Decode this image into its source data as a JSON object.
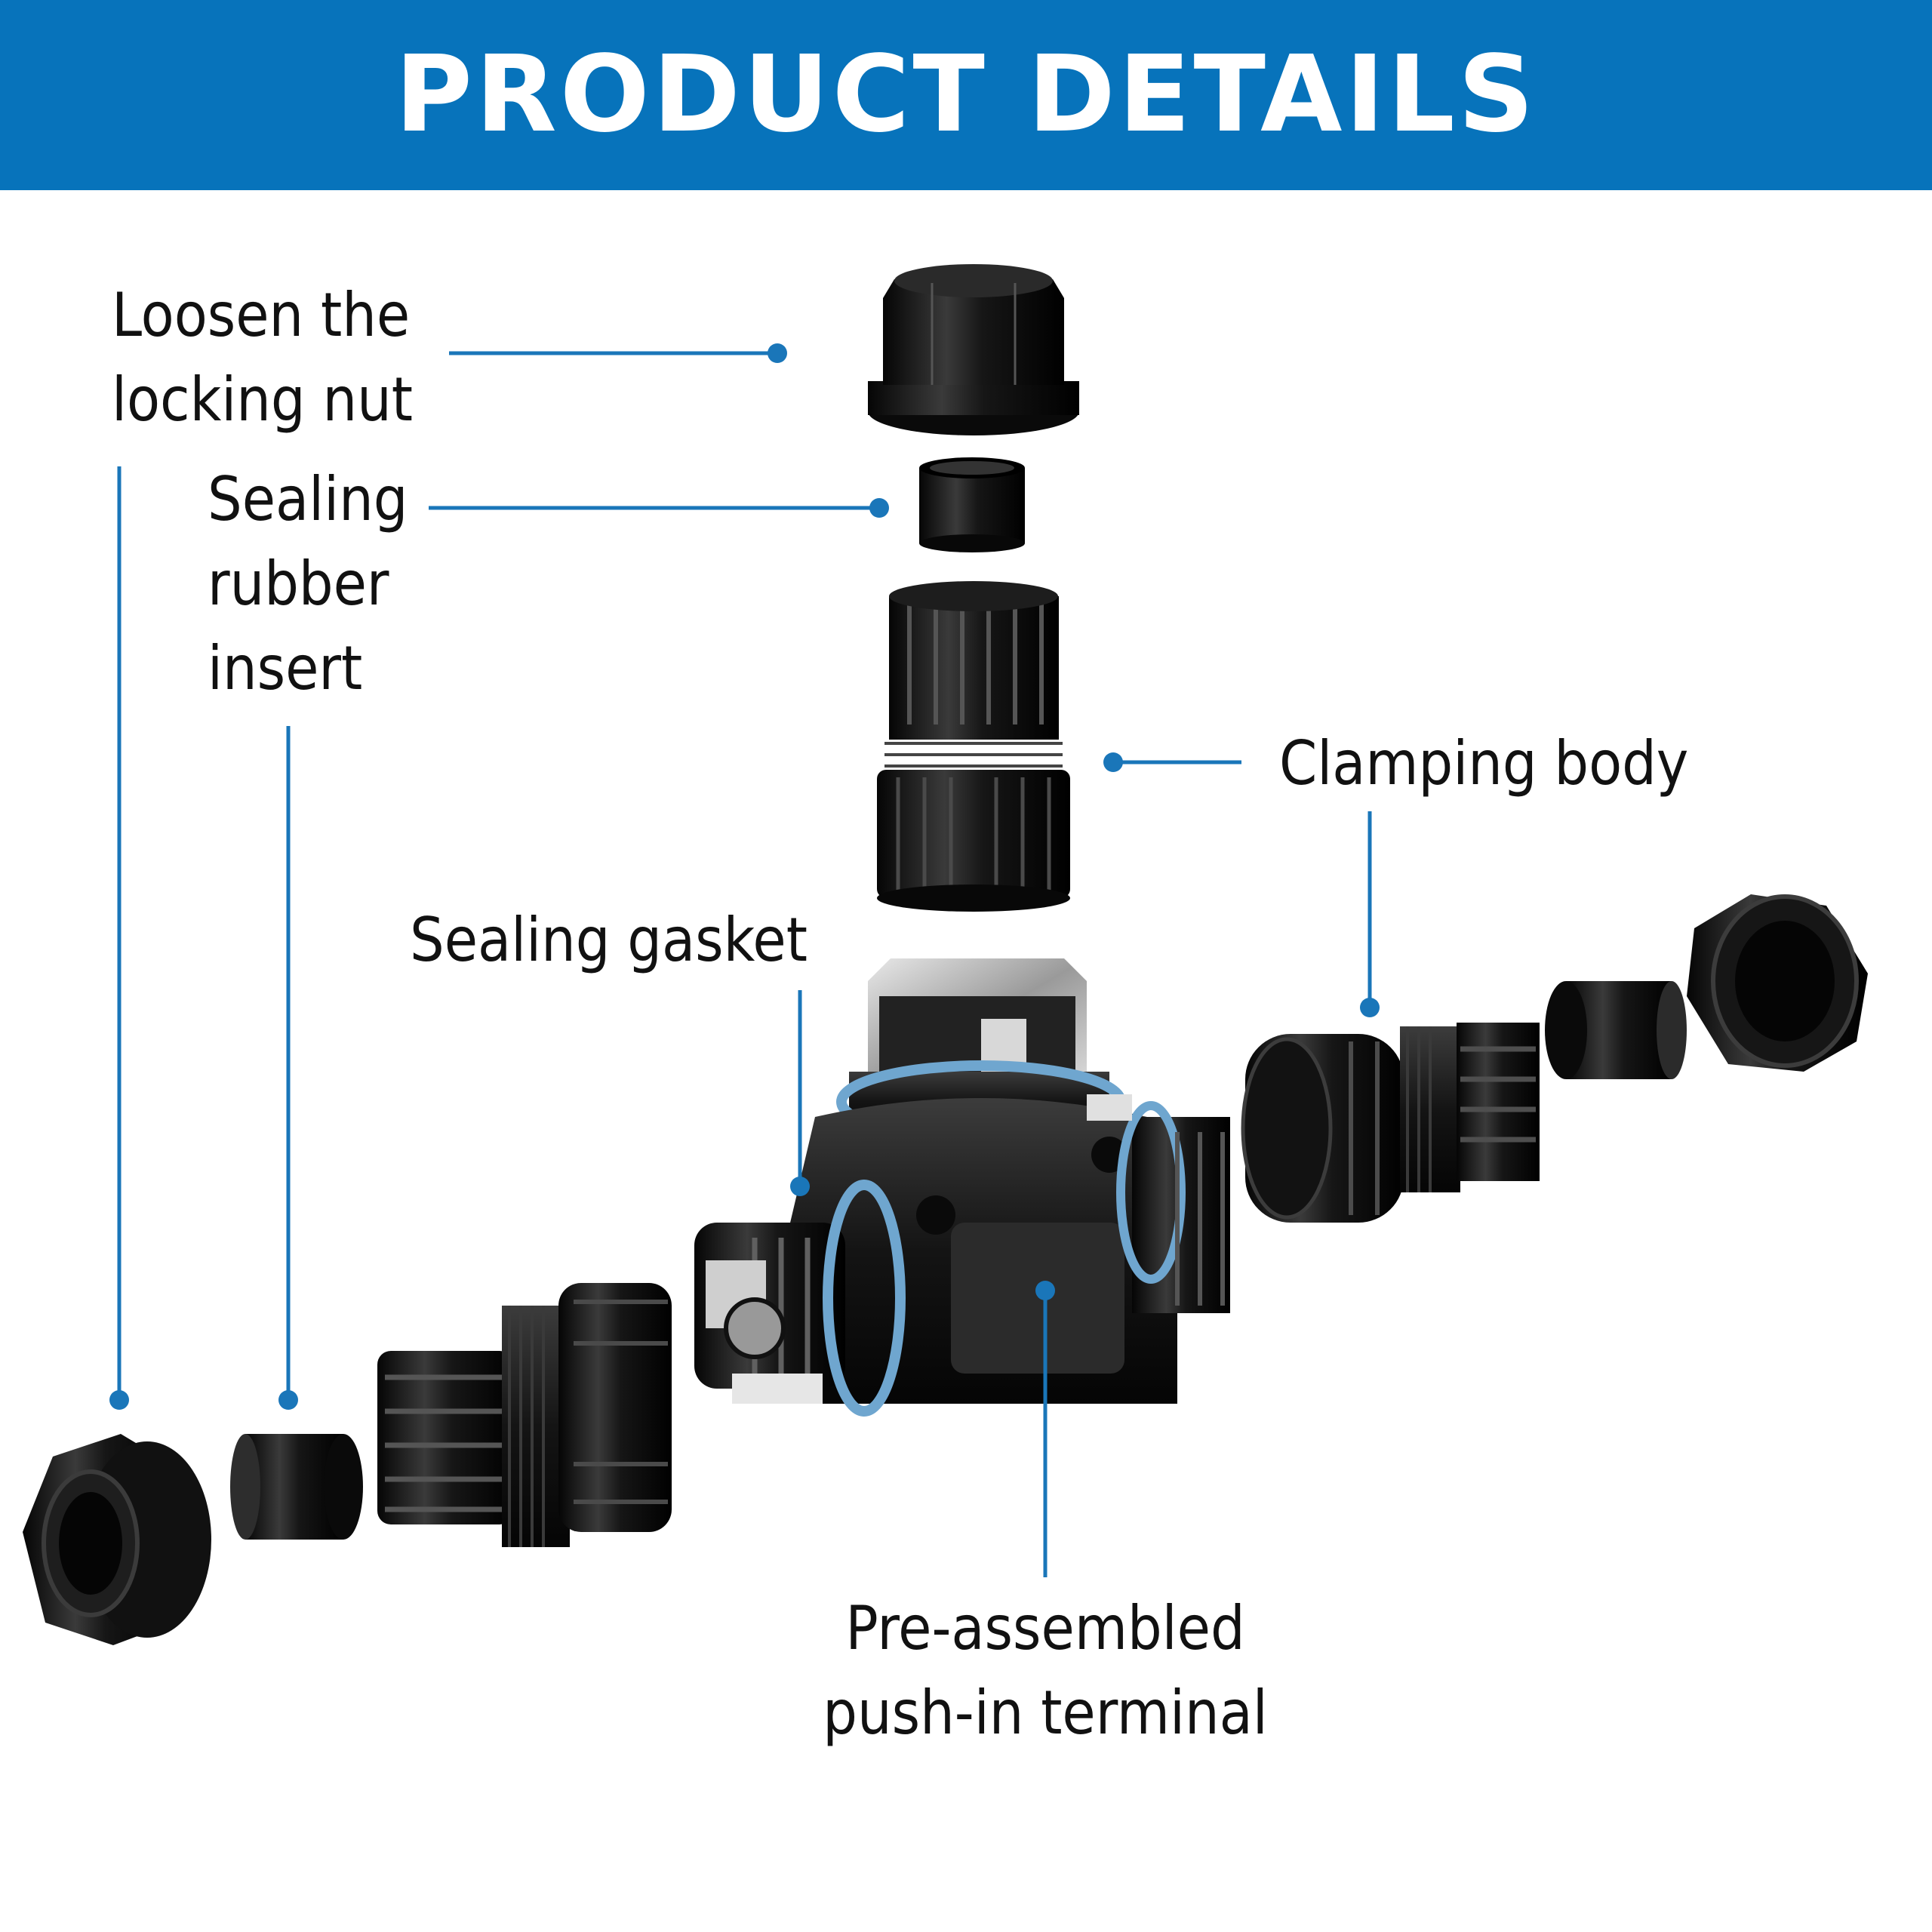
{
  "header": {
    "title": "PRODUCT DETAILS"
  },
  "callouts": {
    "locking_nut": [
      "Loosen the",
      "locking nut"
    ],
    "sealing_rubber": [
      "Sealing",
      "rubber",
      "insert"
    ],
    "clamping_body": [
      "Clamping body"
    ],
    "sealing_gasket": [
      "Sealing gasket"
    ],
    "terminal": [
      "Pre-assembled",
      "push-in terminal"
    ]
  },
  "colors": {
    "accent": "#0773bb",
    "leader": "#1a76b9",
    "part": "#1b1b1b",
    "gasket": "#6fa6cf"
  }
}
